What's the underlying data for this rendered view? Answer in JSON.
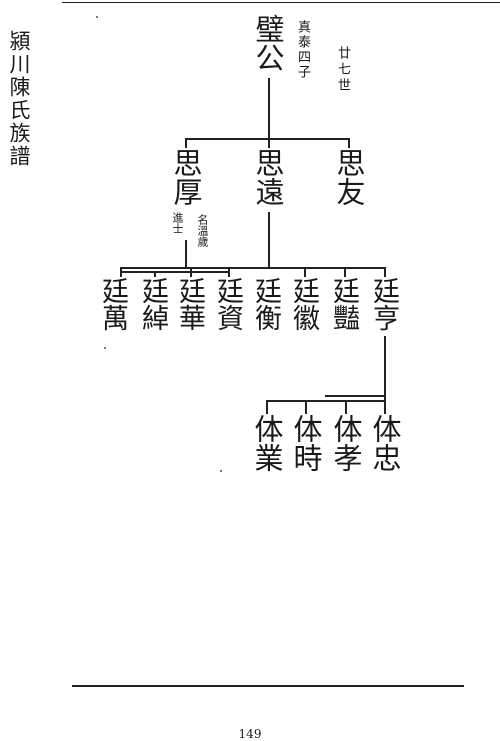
{
  "side_title": "潁川陳氏族譜",
  "ancestor": {
    "name": "璧公",
    "note": "真泰四子",
    "generation": "廿七世"
  },
  "sons": [
    {
      "name": "思友"
    },
    {
      "name": "思遠"
    },
    {
      "name": "思厚",
      "note_degree": "進士",
      "note_alias": "名溫歲"
    }
  ],
  "grandsons": [
    "廷亨",
    "廷豔",
    "廷徽",
    "廷衡",
    "廷資",
    "廷華",
    "廷綽",
    "廷萬"
  ],
  "great_grandsons": [
    "体忠",
    "体孝",
    "体時",
    "体業"
  ],
  "page_number": "149"
}
